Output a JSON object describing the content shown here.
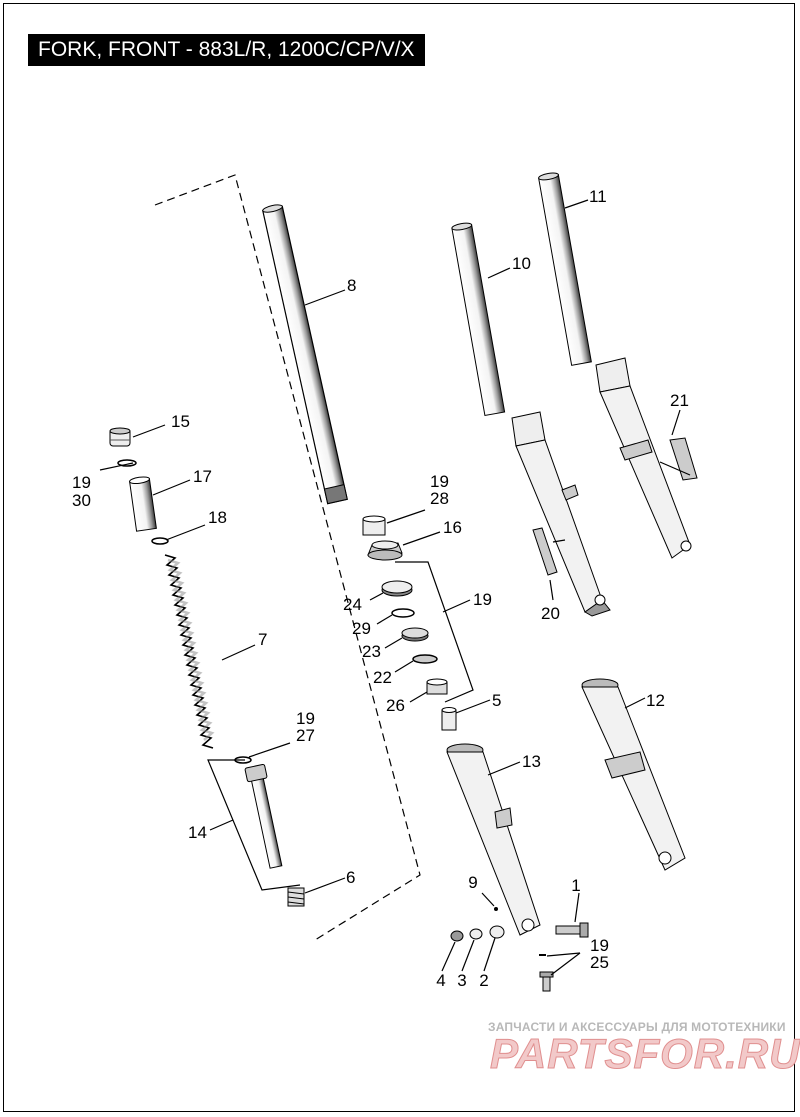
{
  "title": "FORK, FRONT - 883L/R, 1200C/CP/V/X",
  "callouts": {
    "c1": "1",
    "c2": "2",
    "c3": "3",
    "c4": "4",
    "c5": "5",
    "c6": "6",
    "c7": "7",
    "c8": "8",
    "c9": "9",
    "c10": "10",
    "c11": "11",
    "c12": "12",
    "c13": "13",
    "c14": "14",
    "c15": "15",
    "c16": "16",
    "c17": "17",
    "c18": "18",
    "c19a": "19",
    "c30": "30",
    "c19b": "19",
    "c28": "28",
    "c19c": "19",
    "c20": "20",
    "c21": "21",
    "c22": "22",
    "c23": "23",
    "c24": "24",
    "c26": "26",
    "c29": "29",
    "c19d": "19",
    "c27": "27",
    "c19e": "19",
    "c25": "25"
  },
  "watermark": {
    "tagline": "ЗАПЧАСТИ И АКСЕССУАРЫ ДЛЯ МОТОТЕХНИКИ",
    "brand": "PARTSFOR.RU"
  },
  "colors": {
    "ink": "#000000",
    "part_fill": "#f2f2f2",
    "shade": "#9a9a9a",
    "watermark": "#e08f8f"
  }
}
